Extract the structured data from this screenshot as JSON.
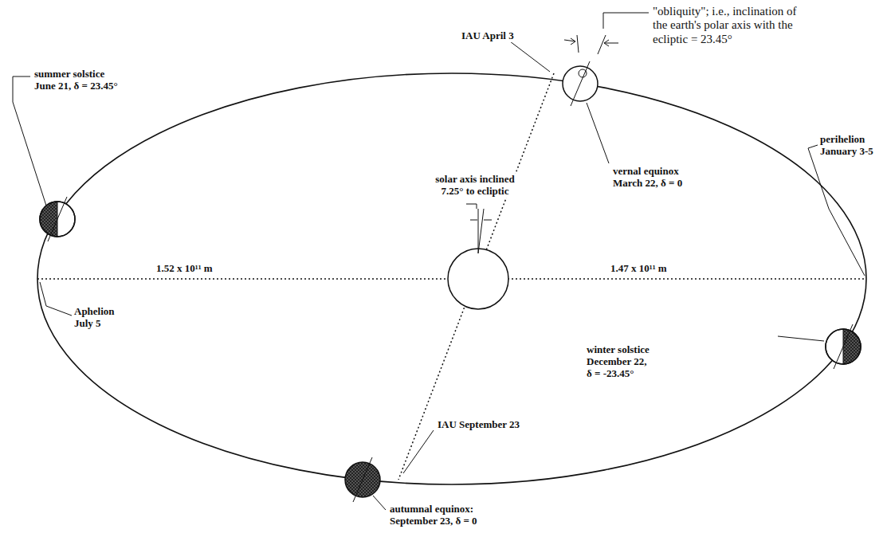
{
  "diagram": {
    "labels": [
      "\"obliquity\"; i.e., inclination of the earth's polar axis with the ecliptic = 23.45°",
      "IAU April 3",
      "summer solstice June 21, δ = 23.45°",
      "solar axis inclined 7.25° to ecliptic",
      "vernal equinox March 22, δ = 0",
      "perihelion January 3-5",
      "1.52 x 10¹¹ m",
      "1.47 x 10¹¹ m",
      "Aphelion July 5",
      "winter solstice December 22, δ = -23.45°",
      "IAU September 23",
      "autumnal equinox: September 23, δ = 0"
    ]
  }
}
